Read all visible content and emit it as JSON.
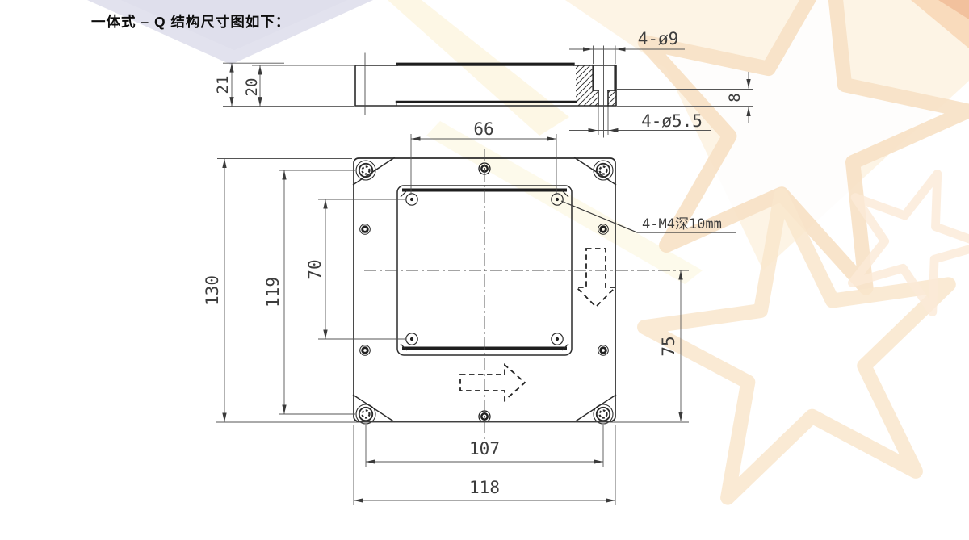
{
  "title": "一体式 – Q 结构尺寸图如下：",
  "side_view": {
    "height_total": "21",
    "body_height": "20",
    "counterbore_holes": "4-ø9",
    "counterbore_depth": "8",
    "through_holes": "4-ø5.5"
  },
  "plan_view": {
    "platform_holes_spacing_x": "66",
    "plate_height": "130",
    "corner_holes_spacing_y": "119",
    "platform_holes_spacing_y": "70",
    "center_to_bottom": "75",
    "corner_holes_spacing_x": "107",
    "plate_width": "118",
    "tapped_holes_note": "4-M4深10mm"
  },
  "colors": {
    "object_line": "#2b2b2b",
    "dim_line": "#555555",
    "watermark_lavender": "#e2e2ee",
    "watermark_peach": "#f9e5cb",
    "watermark_cream": "#fdf2e0"
  }
}
